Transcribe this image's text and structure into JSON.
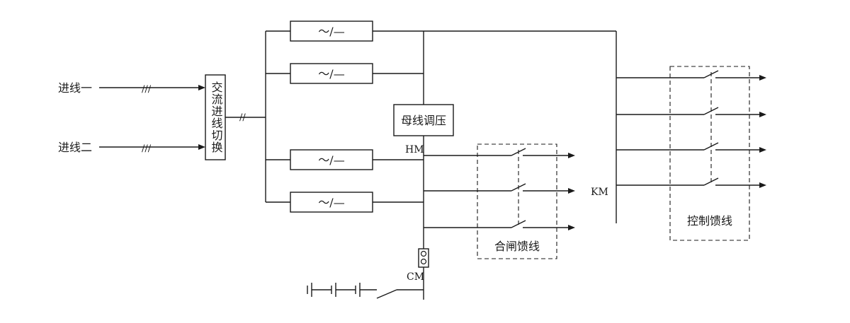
{
  "inputs": {
    "line1": "进线一",
    "line2": "进线二"
  },
  "ac_switch": {
    "label": "交流进线切换"
  },
  "rectifiers": {
    "label": "～/—"
  },
  "bus_regulator": {
    "label": "母线调压"
  },
  "buses": {
    "hm_label": "HM",
    "km_label": "KM",
    "cm_label": "CM"
  },
  "groups": {
    "closing_feeders": "合闸馈线",
    "control_feeders": "控制馈线"
  },
  "symbols": {
    "multi_wire": "///",
    "double_wire": "//"
  }
}
